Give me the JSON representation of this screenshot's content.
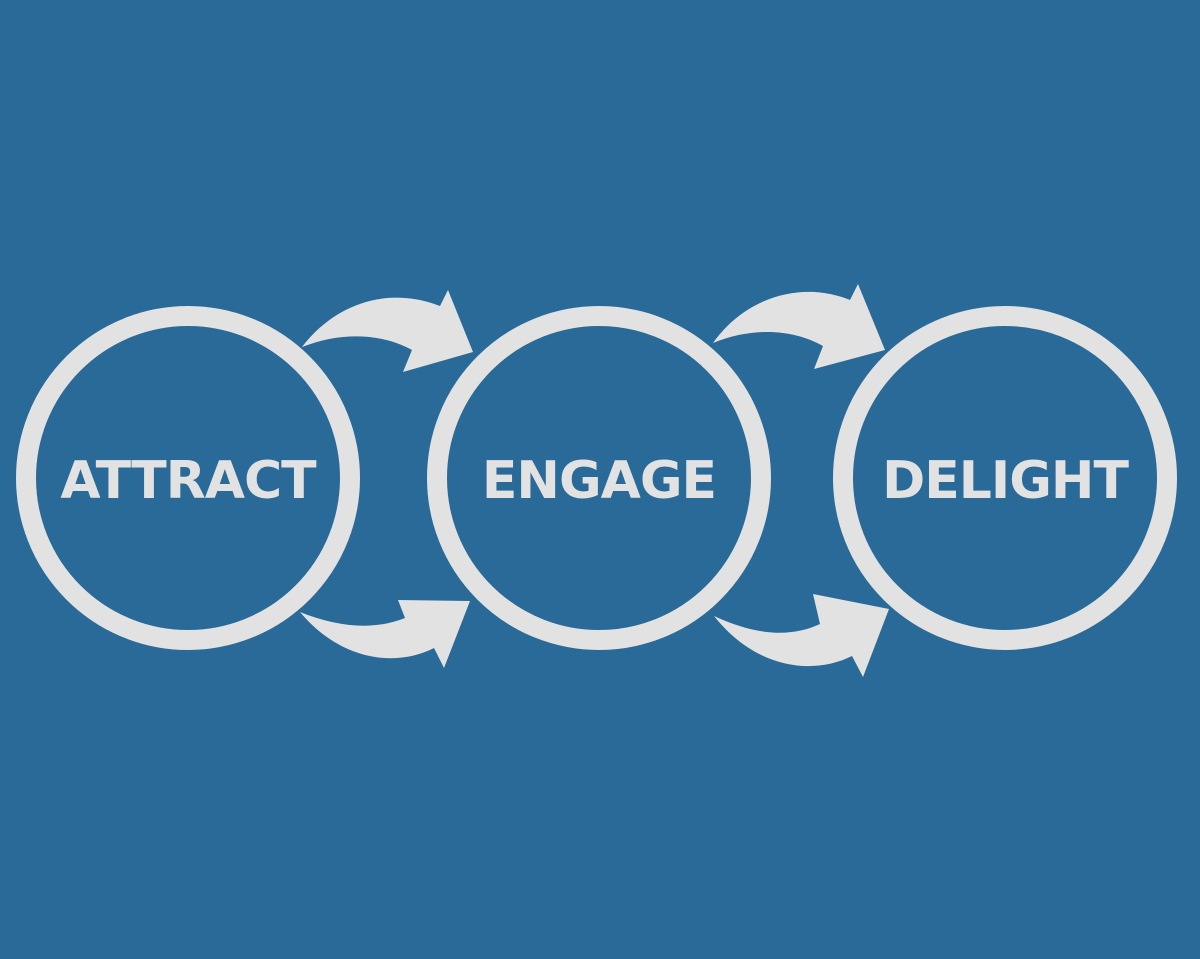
{
  "colors": {
    "background": "#296a98",
    "foreground": "#e2e2e2"
  },
  "stages": [
    {
      "id": "attract",
      "label": "ATTRACT"
    },
    {
      "id": "engage",
      "label": "ENGAGE"
    },
    {
      "id": "delight",
      "label": "DELIGHT"
    }
  ],
  "connections": [
    {
      "from": "attract",
      "to": "engage",
      "arrows": [
        "top",
        "bottom"
      ]
    },
    {
      "from": "engage",
      "to": "delight",
      "arrows": [
        "top",
        "bottom"
      ]
    }
  ]
}
